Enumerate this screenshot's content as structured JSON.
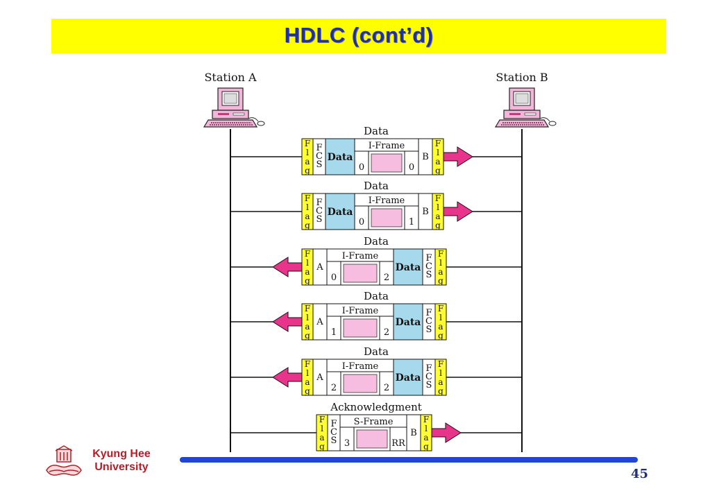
{
  "title": "HDLC (cont’d)",
  "stations": {
    "a": "Station A",
    "b": "Station B"
  },
  "frames": [
    {
      "caption": "Data",
      "type_label": "I-Frame",
      "direction": "right",
      "address": "B",
      "ns": "0",
      "nr": "0"
    },
    {
      "caption": "Data",
      "type_label": "I-Frame",
      "direction": "right",
      "address": "B",
      "ns": "0",
      "nr": "1"
    },
    {
      "caption": "Data",
      "type_label": "I-Frame",
      "direction": "left",
      "address": "A",
      "ns": "0",
      "nr": "2"
    },
    {
      "caption": "Data",
      "type_label": "I-Frame",
      "direction": "left",
      "address": "A",
      "ns": "1",
      "nr": "2"
    },
    {
      "caption": "Data",
      "type_label": "I-Frame",
      "direction": "left",
      "address": "A",
      "ns": "2",
      "nr": "2"
    },
    {
      "caption": "Acknowledgment",
      "type_label": "S-Frame",
      "direction": "right",
      "address": "B",
      "left_code": "3",
      "right_code": "RR"
    }
  ],
  "field_labels": {
    "flag": "Flag",
    "fcs": "FCS",
    "data": "Data"
  },
  "footer": {
    "university_line1": "Kyung Hee",
    "university_line2": "University",
    "page_number": "45"
  },
  "colors": {
    "title_bg": "#ffff00",
    "title_text": "#1f2fa8",
    "flag": "#ffff33",
    "data": "#a6d9ec",
    "control_slot": "#f7bde0",
    "arrow": "#e8348a",
    "rule": "#1f46d8",
    "university": "#b3202a"
  }
}
